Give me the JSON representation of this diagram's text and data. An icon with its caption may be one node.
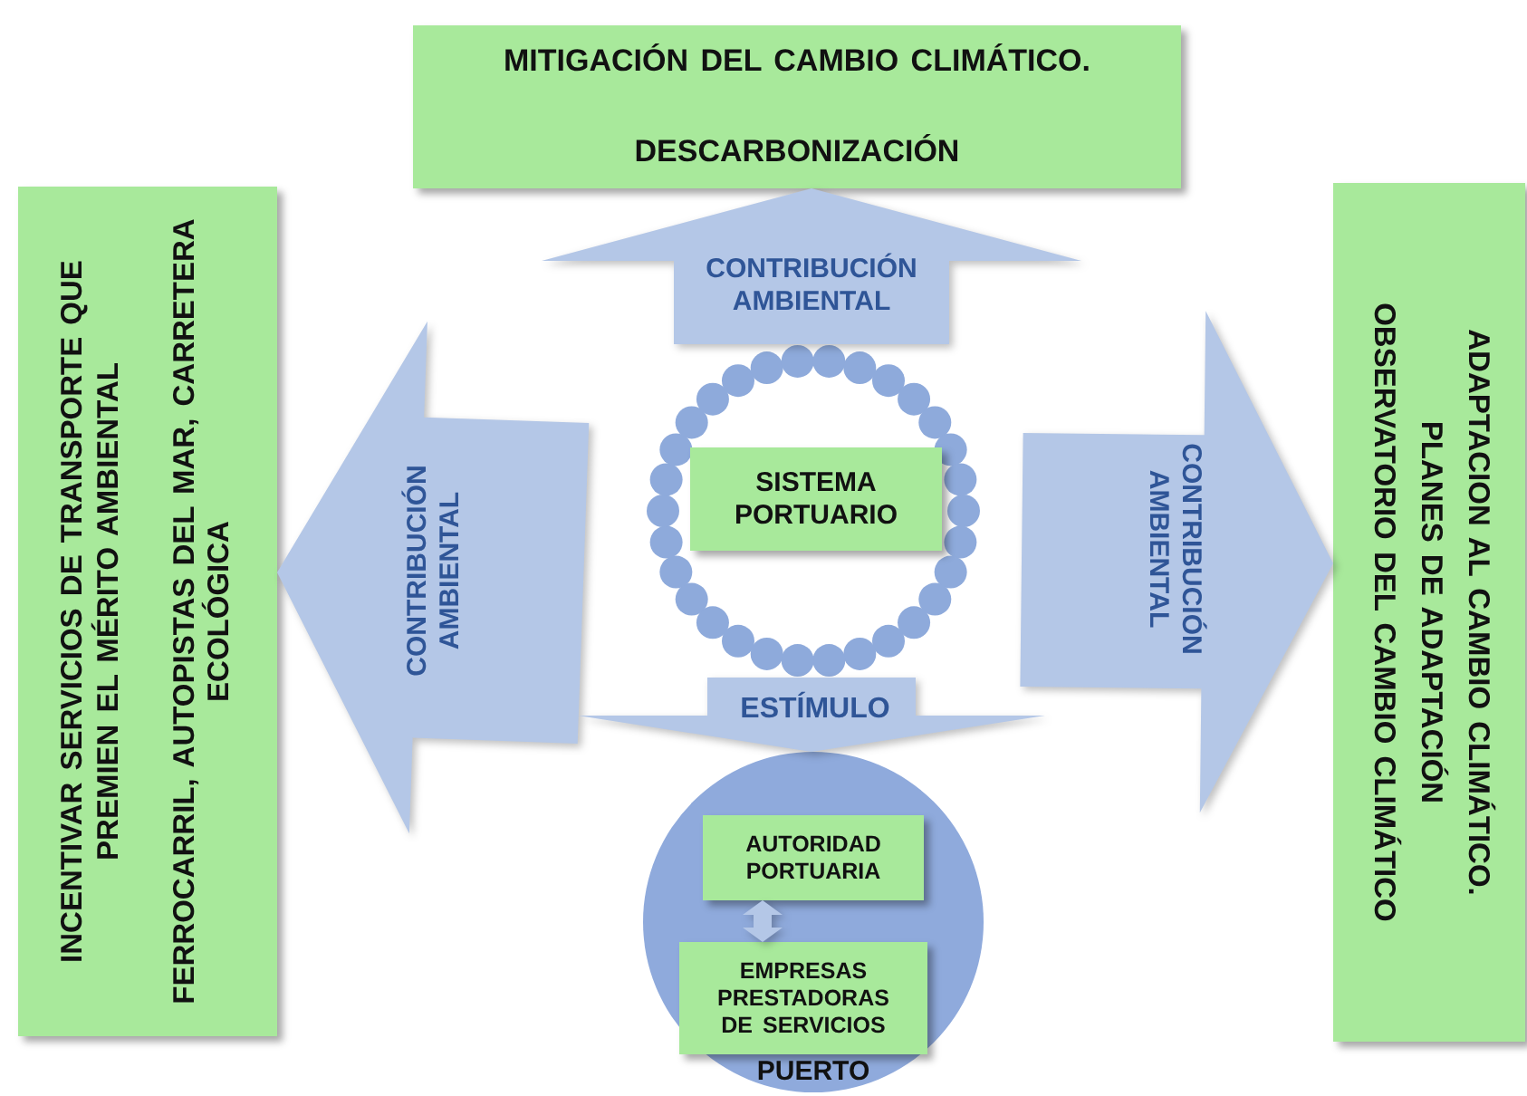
{
  "diagram": {
    "nodes": [
      {
        "text": [
          "MITIGACIÓN DEL CAMBIO CLIMÁTICO.",
          "DESCARBONIZACIÓN"
        ]
      },
      {
        "text": [
          "INCENTIVAR SERVICIOS DE TRANSPORTE QUE PREMIEN EL MÉRITO AMBIENTAL",
          "FERROCARRIL, AUTOPISTAS DEL MAR, CARRETERA ECOLÓGICA"
        ]
      },
      {
        "text": [],
        "shape": "circle"
      },
      {
        "text": [
          "SISTEMA PORTUARIO"
        ],
        "in": 2
      },
      {
        "text": [
          "ADAPTACION AL CAMBIO CLIMÁTICO.",
          "PLANES DE ADAPTACIÓN",
          "OBSERVATORIO DEL CAMBIO CLIMÁTICO"
        ]
      },
      {
        "text": [
          "PUERTO"
        ]
      },
      {
        "text": [
          "AUTORIDAD PORTUARIA"
        ],
        "in": 5
      },
      {
        "text": [
          "EMPRESAS PRESTADORAS DE SERVICIOS"
        ],
        "in": 5
      }
    ],
    "edges": [
      {
        "from": 2,
        "to": 0,
        "arrow": "to",
        "label": "CONTRIBUCIÓN AMBIENTAL"
      },
      {
        "from": 2,
        "to": 1,
        "arrow": "to",
        "label": "CONTRIBUCIÓN AMBIENTAL"
      },
      {
        "from": 2,
        "to": 4,
        "arrow": "to",
        "label": "CONTRIBUCIÓN AMBIENTAL"
      },
      {
        "from": 2,
        "to": 5,
        "arrow": "to",
        "label": "ESTÍMULO"
      },
      {
        "from": 6,
        "to": 7,
        "arrow": "both"
      }
    ]
  }
}
